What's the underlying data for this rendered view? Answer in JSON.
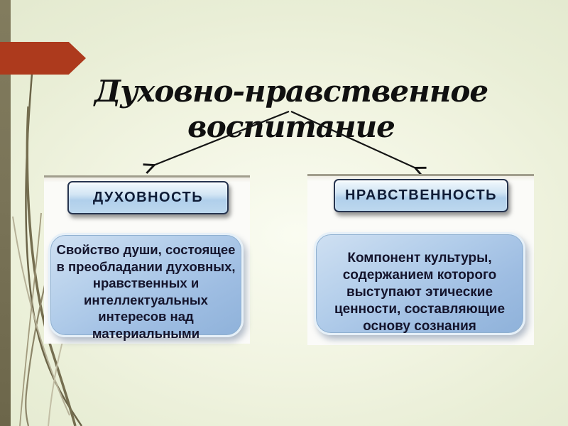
{
  "slide_title": "Духовно-нравственное воспитание",
  "groups": [
    {
      "header": "ДУХОВНОСТЬ",
      "body_lines": [
        "Свойство души, состоящее",
        "в преобладании духовных,",
        "нравственных и",
        "интеллектуальных",
        "интересов над",
        "материальными"
      ]
    },
    {
      "header": "НРАВСТВЕННОСТЬ",
      "body_lines": [
        "Компонент культуры,",
        "содержанием которого",
        "выступают этические",
        "ценности, составляющие",
        "основу сознания"
      ]
    }
  ],
  "colors": {
    "background_cream": "#edf1dc",
    "left_bar_olive": "#7a7458",
    "accent_red": "#ad3a1d",
    "header_box_fill": "#bdd8ee",
    "header_box_border": "#26344f",
    "body_box_fill": "#a6c3e6",
    "body_box_border": "#e6f0f8",
    "text_dark": "#14142c",
    "arrow_line": "#151515"
  }
}
